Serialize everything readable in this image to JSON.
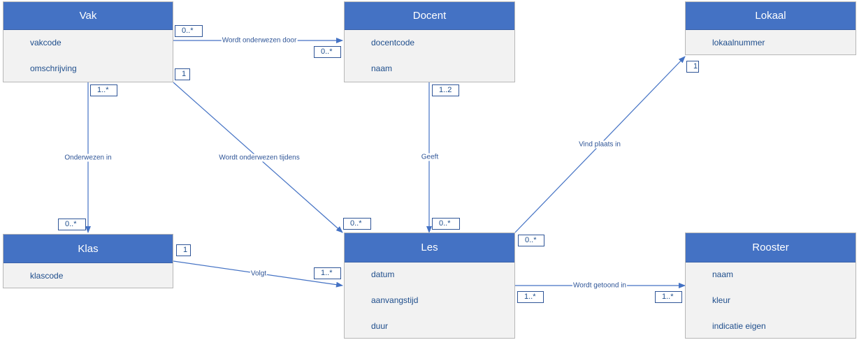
{
  "entities": {
    "vak": {
      "title": "Vak",
      "attrs": [
        "vakcode",
        "omschrijving"
      ]
    },
    "docent": {
      "title": "Docent",
      "attrs": [
        "docentcode",
        "naam"
      ]
    },
    "lokaal": {
      "title": "Lokaal",
      "attrs": [
        "lokaalnummer"
      ]
    },
    "klas": {
      "title": "Klas",
      "attrs": [
        "klascode"
      ]
    },
    "les": {
      "title": "Les",
      "attrs": [
        "datum",
        "aanvangstijd",
        "duur"
      ]
    },
    "rooster": {
      "title": "Rooster",
      "attrs": [
        "naam",
        "kleur",
        "indicatie eigen"
      ]
    }
  },
  "relations": {
    "vak_docent": "Wordt onderwezen door",
    "vak_klas": "Onderwezen in",
    "vak_les": "Wordt onderwezen tijdens",
    "docent_les": "Geeft",
    "les_lokaal": "Vind plaats in",
    "klas_les": "Volgt",
    "les_rooster": "Wordt getoond in"
  },
  "multiplicities": {
    "vak_to_docent": "0..*",
    "docent_from_vak": "0..*",
    "vak_to_les": "1",
    "vak_to_klas": "1..*",
    "klas_from_vak": "0..*",
    "les_from_vak": "0..*",
    "docent_to_les": "1..2",
    "les_from_docent": "0..*",
    "lokaal_from_les": "1",
    "les_to_lokaal": "0..*",
    "klas_to_les": "1",
    "les_from_klas": "1..*",
    "les_to_rooster": "1..*",
    "rooster_from_les": "1..*"
  },
  "colors": {
    "header": "#4472c4",
    "body": "#f2f2f2",
    "line": "#4472c4",
    "text": "#1f4e8c"
  }
}
